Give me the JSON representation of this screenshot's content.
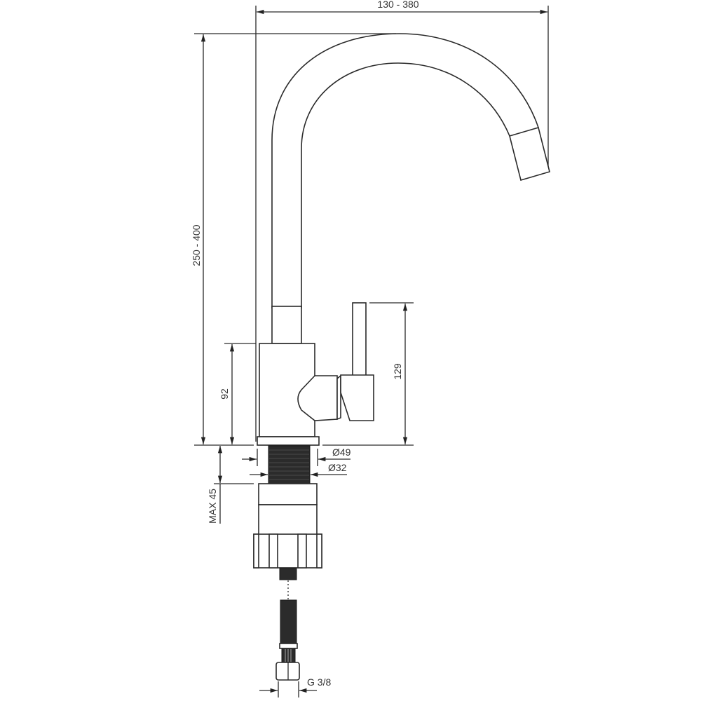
{
  "title": "Kitchen faucet technical drawing",
  "dimensions": {
    "reach": "130 - 380",
    "height": "250 - 400",
    "body_height": "92",
    "handle_height": "129",
    "max_counter_thickness": "MAX 45",
    "base_diameter": "Ø49",
    "thread_diameter": "Ø32",
    "hose_connection": "G 3/8"
  }
}
